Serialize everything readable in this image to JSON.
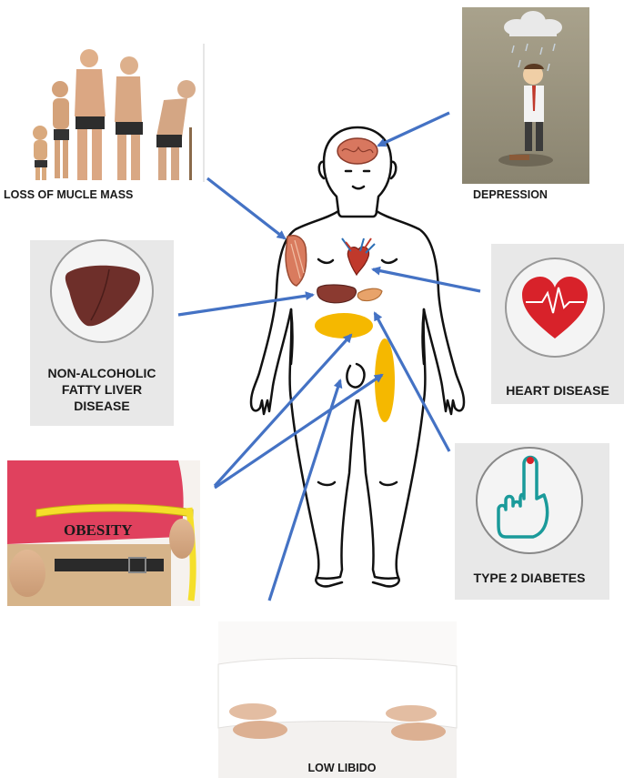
{
  "labels": {
    "muscle": "LOSS OF MUCLE MASS",
    "depression": "DEPRESSION",
    "liver_line1": "NON-ALCOHOLIC",
    "liver_line2": "FATTY LIVER",
    "liver_line3": "DISEASE",
    "heart": "HEART DISEASE",
    "obesity": "OBESITY",
    "diabetes": "TYPE 2 DIABETES",
    "libido": "LOW LIBIDO"
  },
  "colors": {
    "arrow": "#4472c4",
    "fat": "#f5b800",
    "liver": "#6e2f2a",
    "heart": "#d8222a",
    "diabetes": "#1a9a9a",
    "shirt": "#e0415e",
    "panel": "#e8e8e8"
  }
}
